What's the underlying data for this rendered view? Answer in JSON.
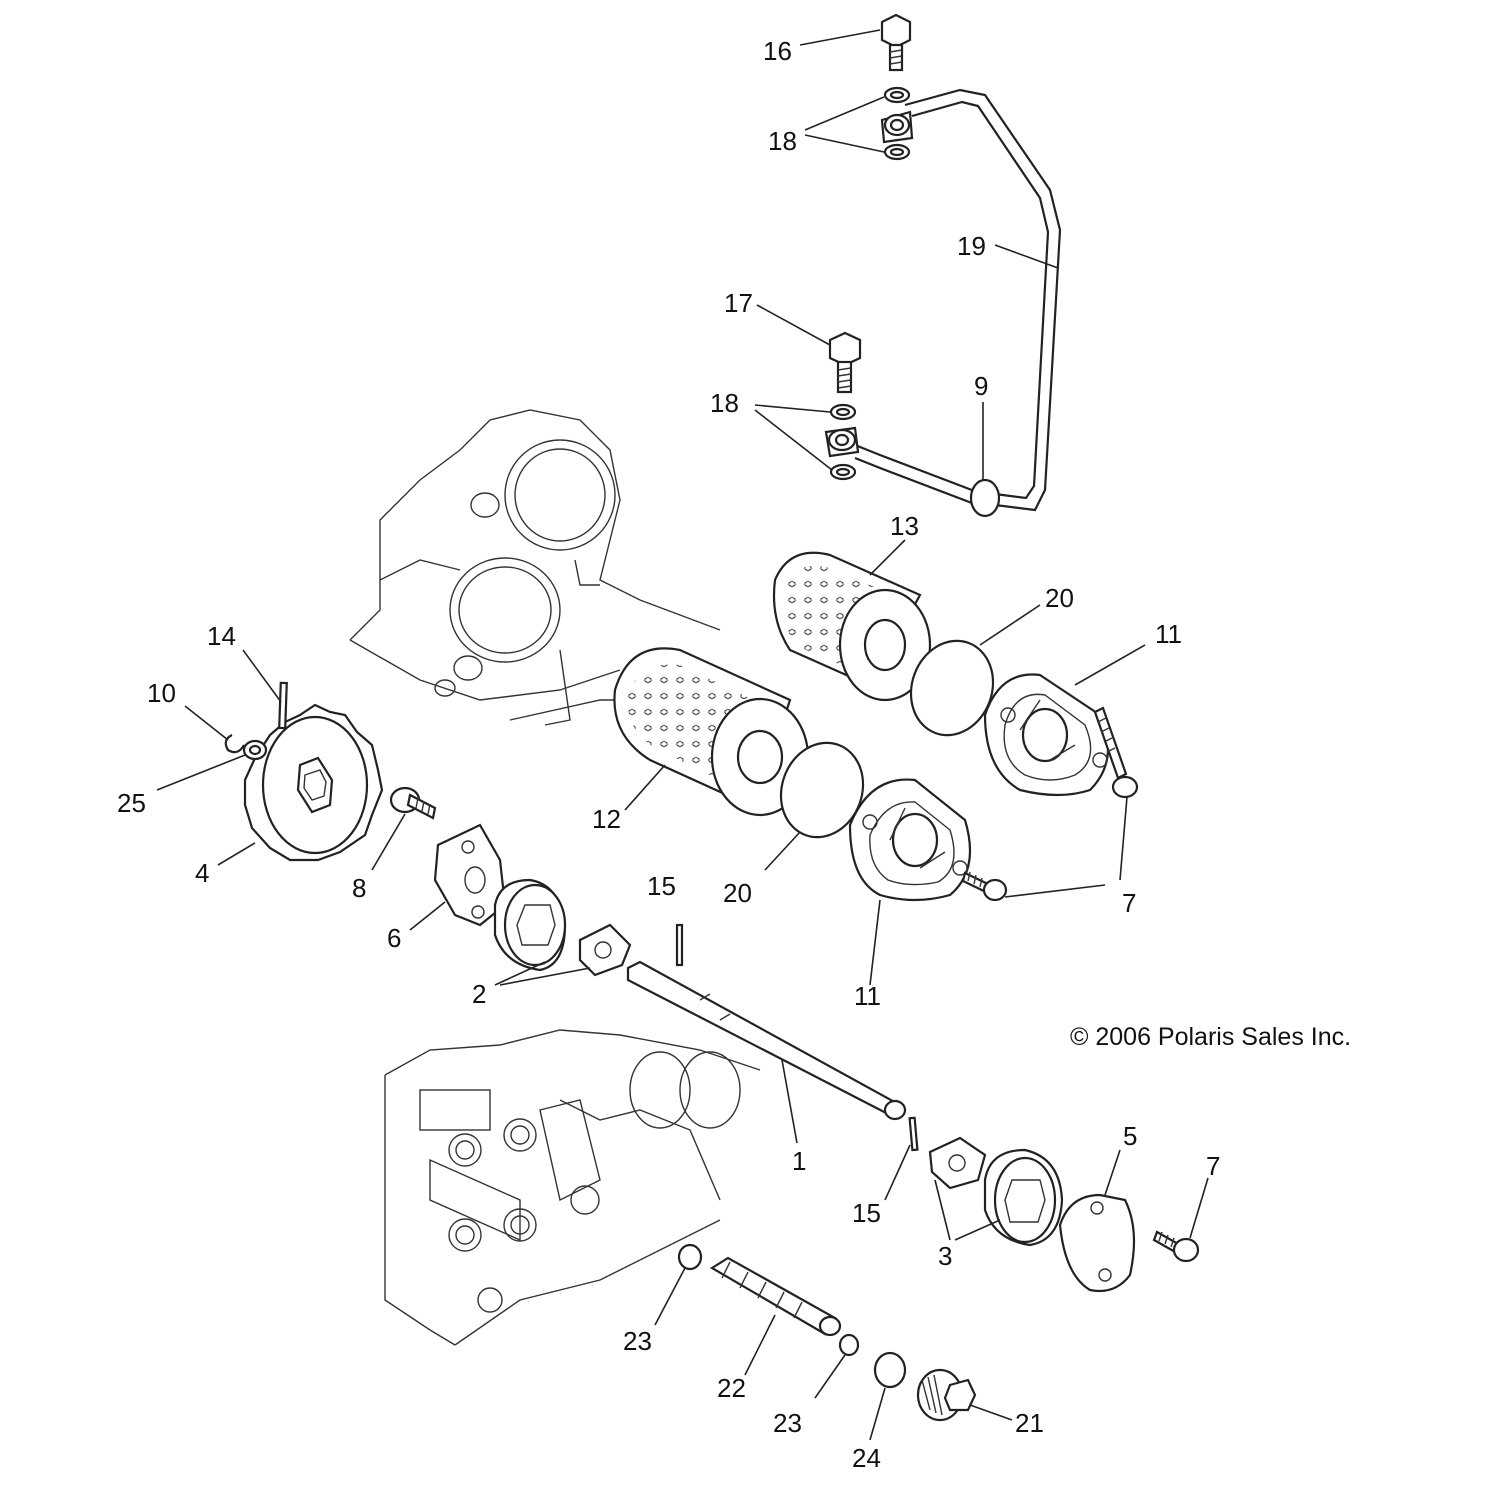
{
  "copyright": "© 2006 Polaris Sales Inc.",
  "callouts": {
    "c1": "1",
    "c2": "2",
    "c3": "3",
    "c4": "4",
    "c5": "5",
    "c6": "6",
    "c7a": "7",
    "c7b": "7",
    "c8": "8",
    "c9": "9",
    "c10": "10",
    "c11a": "11",
    "c11b": "11",
    "c12": "12",
    "c13": "13",
    "c14": "14",
    "c15a": "15",
    "c15b": "15",
    "c16": "16",
    "c17": "17",
    "c18a": "18",
    "c18b": "18",
    "c19": "19",
    "c20a": "20",
    "c20b": "20",
    "c21": "21",
    "c22": "22",
    "c23a": "23",
    "c23b": "23",
    "c24": "24",
    "c25": "25"
  }
}
